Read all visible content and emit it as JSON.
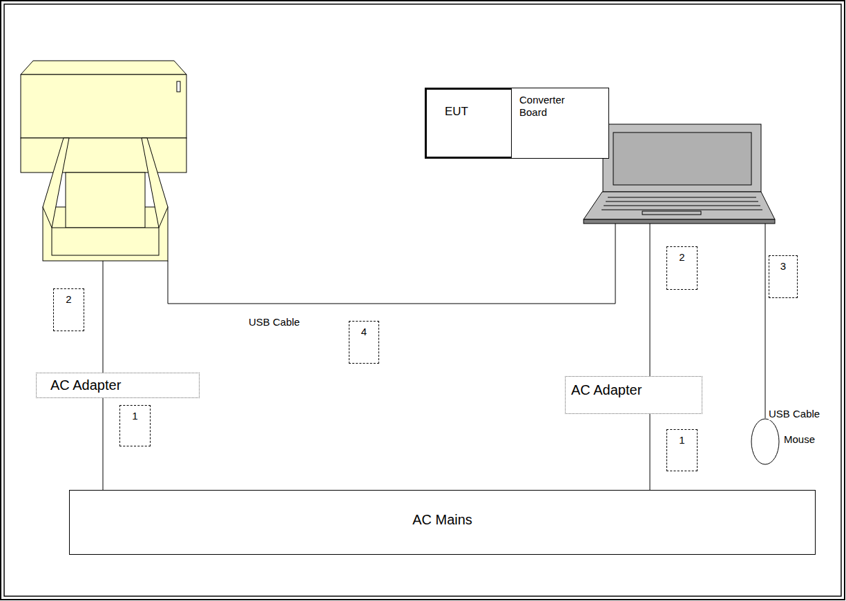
{
  "diagram": {
    "nodes": [
      {
        "text": [
          "EUT"
        ]
      },
      {
        "text": [
          "Converter Board"
        ]
      },
      {
        "text": [
          "AC Adapter"
        ]
      },
      {
        "text": [
          "AC Adapter"
        ]
      },
      {
        "text": [
          "Mouse"
        ]
      },
      {
        "text": [
          "AC Mains"
        ]
      }
    ],
    "edges": [
      {
        "from": 2,
        "to": 5,
        "arrow": "none"
      },
      {
        "from": 3,
        "to": 5,
        "arrow": "none"
      }
    ],
    "labels": [
      "2",
      "3",
      "2",
      "USB Cable",
      "4",
      "USB Cable",
      "1",
      "1"
    ]
  }
}
